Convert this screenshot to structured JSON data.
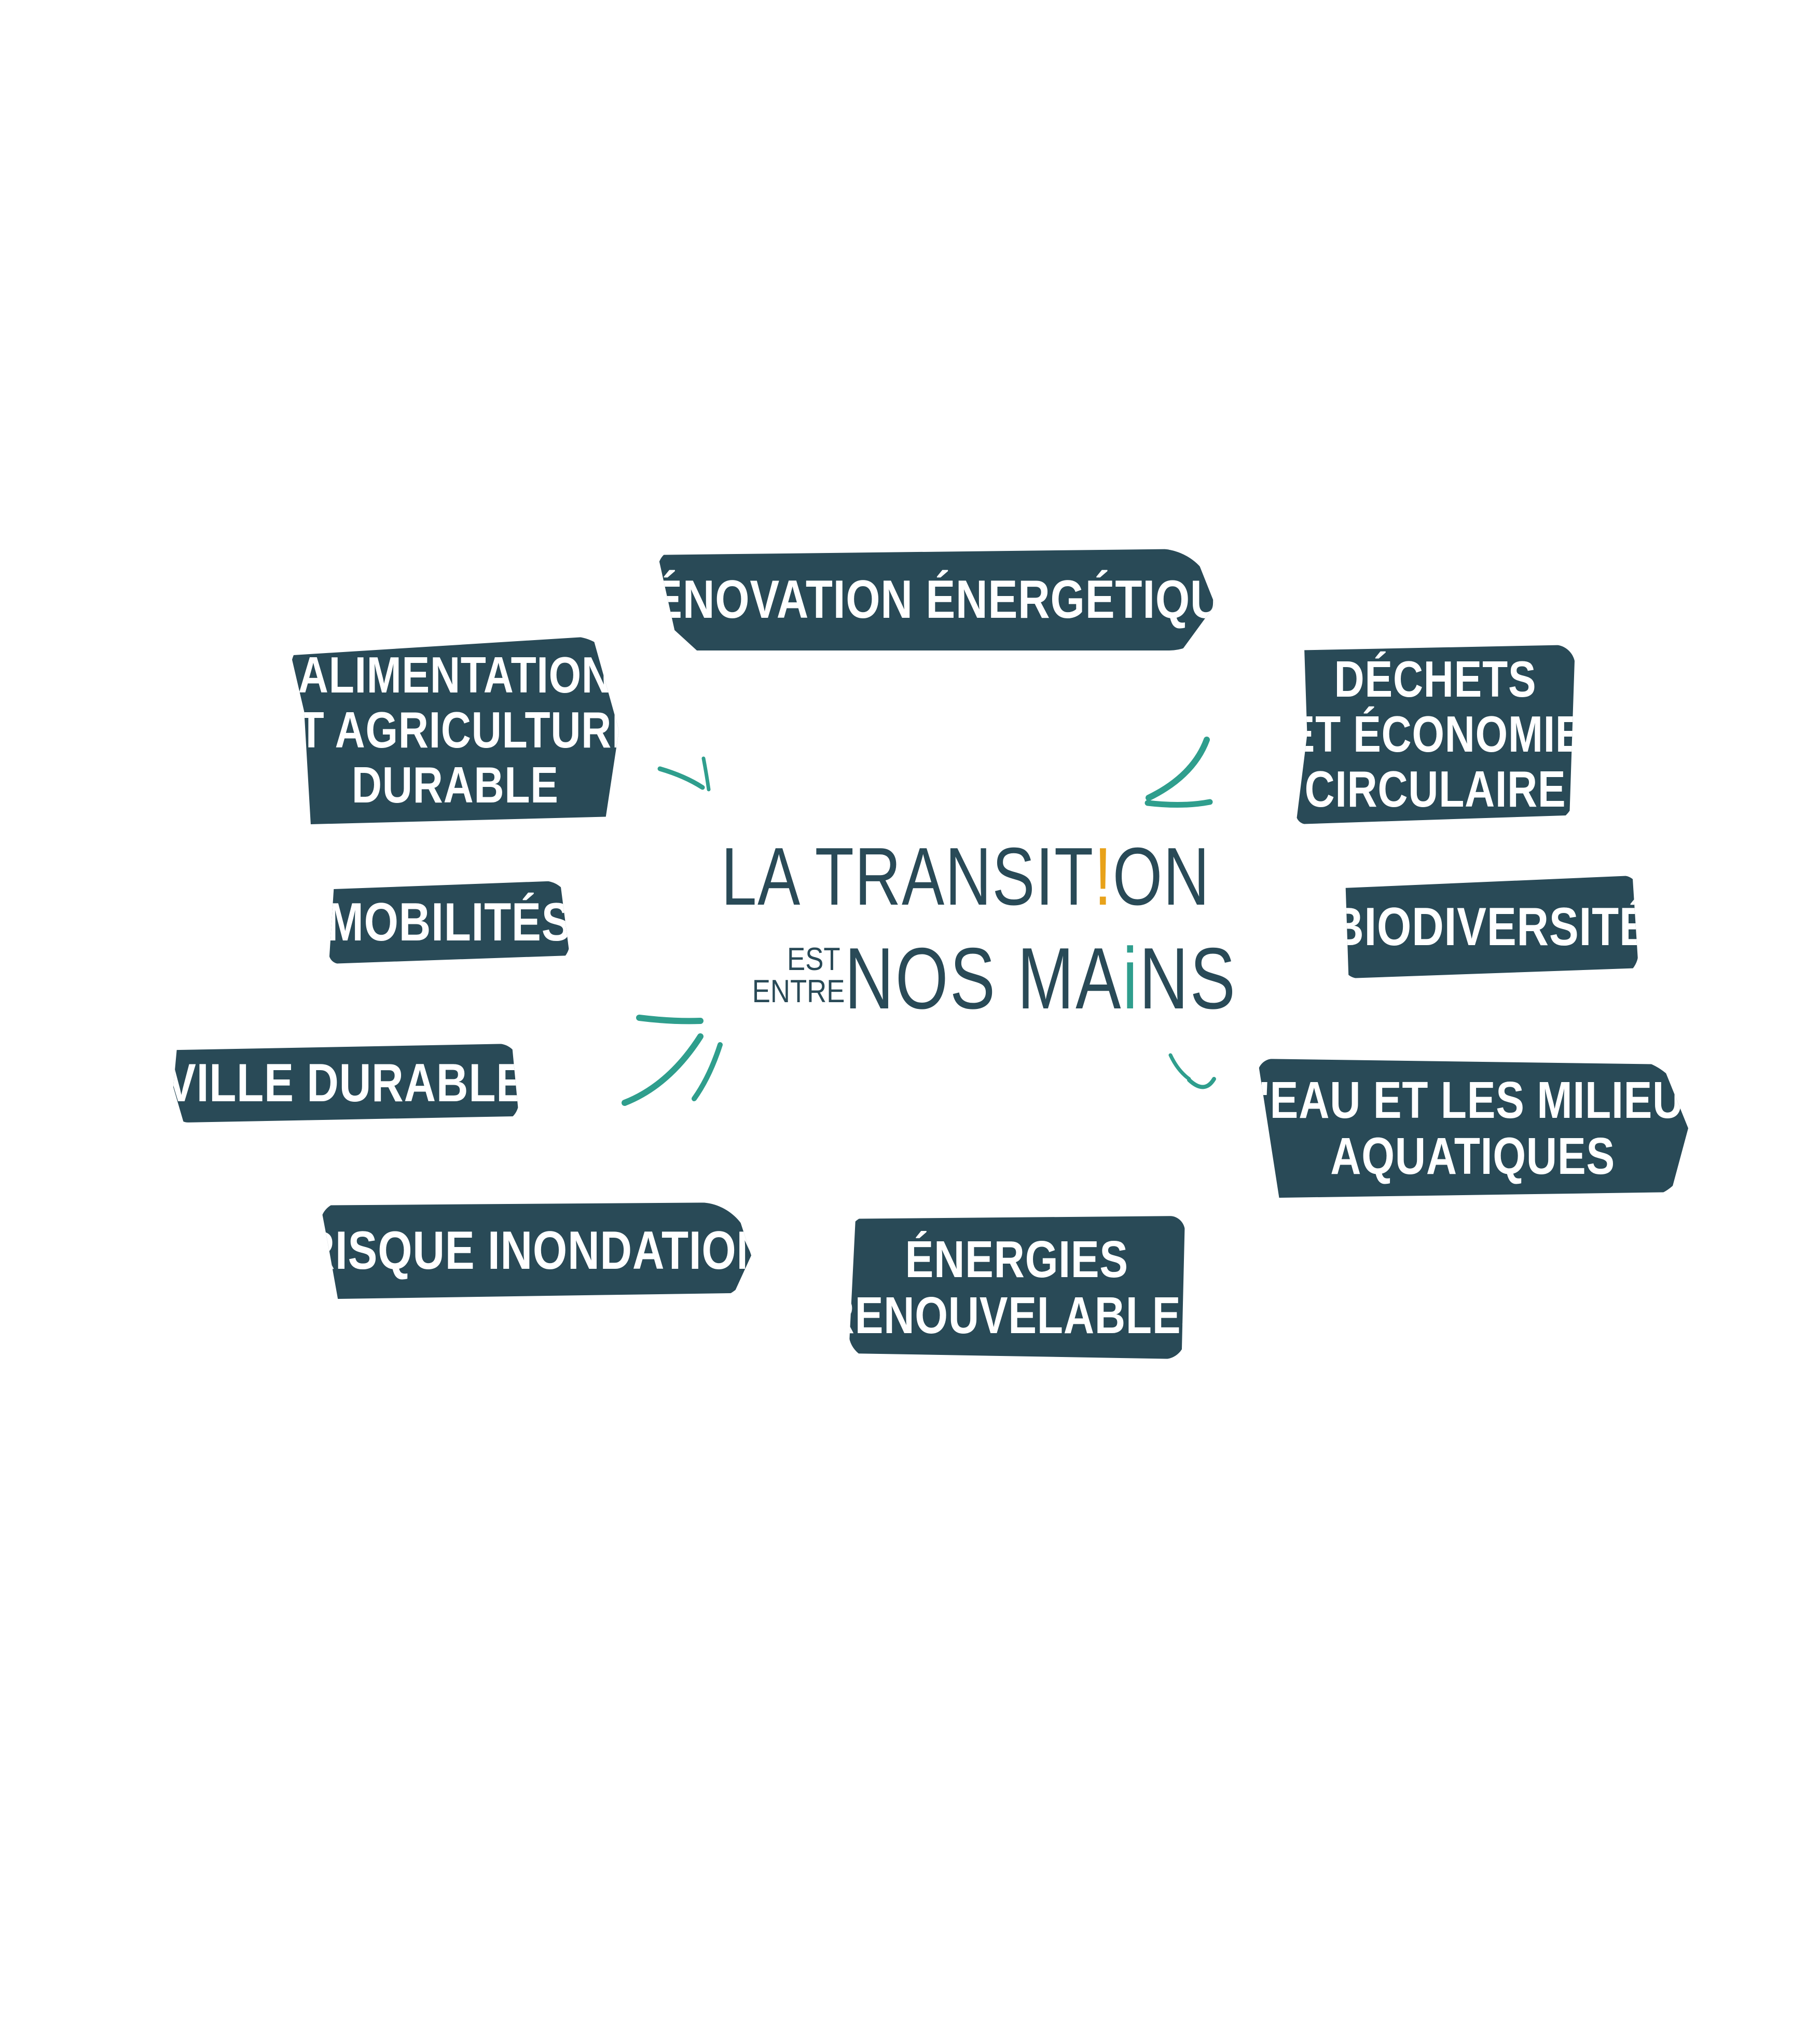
{
  "title": {
    "line1_part1": "LA TRANSIT",
    "line1_excl": "!",
    "line1_part2": "ON",
    "est": "EST",
    "entre": "ENTRE",
    "line3_part1": "NOS MA",
    "line3_i": "i",
    "line3_part2": "NS"
  },
  "bubbles": {
    "renovation": [
      "RÉNOVATION ÉNERGÉTIQUE"
    ],
    "alimentation": [
      "ALIMENTATION",
      "ET AGRICULTURE",
      "DURABLE"
    ],
    "dechets": [
      "DÉCHETS",
      "ET ÉCONOMIE",
      "CIRCULAIRE"
    ],
    "mobilites": [
      "MOBILITÉS"
    ],
    "biodiversite": [
      "BIODIVERSITÉ"
    ],
    "ville": [
      "VILLE DURABLE"
    ],
    "eau": [
      "L'EAU ET LES MILIEUX",
      "AQUATIQUES"
    ],
    "risque": [
      "RISQUE INONDATION"
    ],
    "energies": [
      "ÉNERGIES",
      "RENOUVELABLES"
    ]
  },
  "colors": {
    "bubble_bg": "#294a57",
    "bubble_text": "#ffffff",
    "accent_teal": "#2f9e8d",
    "accent_orange": "#e8a21a"
  }
}
